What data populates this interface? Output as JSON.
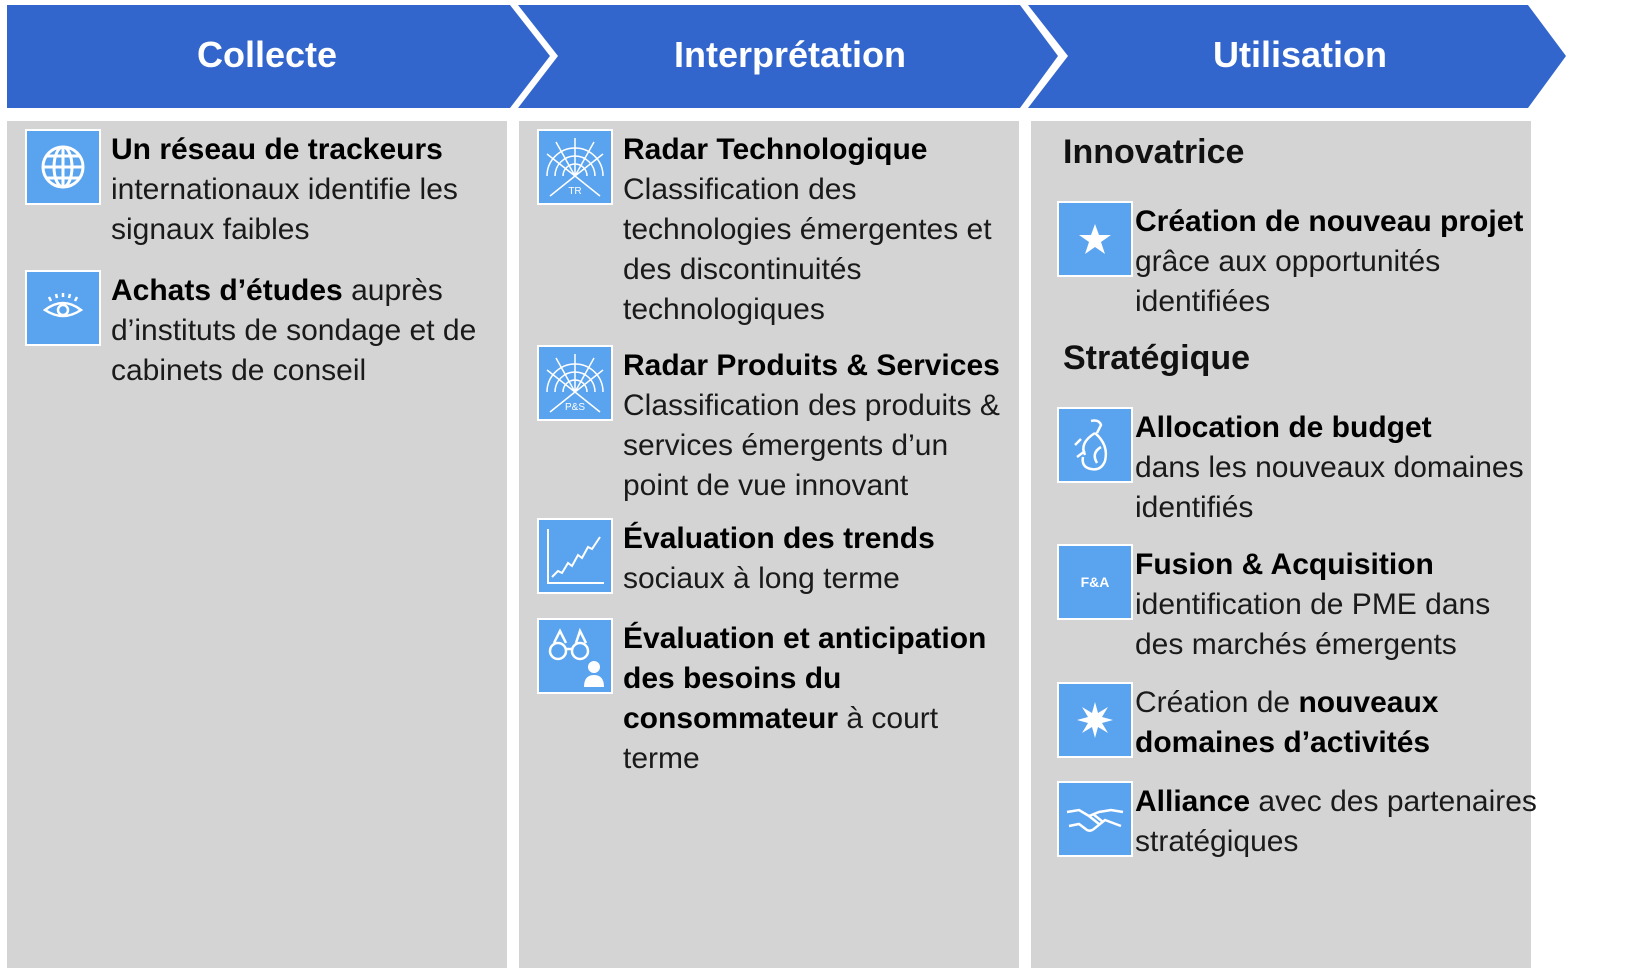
{
  "colors": {
    "chevron": "#3366cc",
    "column_bg": "#d4d4d4",
    "icon_bg": "#5aa3ee"
  },
  "stages": [
    {
      "title": "Collecte",
      "items": [
        {
          "icon": "globe-icon",
          "bold": "Un réseau de trackeurs",
          "rest": "internationaux identifie les signaux faibles"
        },
        {
          "icon": "eye-icon",
          "bold": "Achats d’études",
          "rest": "auprès d’instituts de sondage et de cabinets  de conseil"
        }
      ]
    },
    {
      "title": "Interprétation",
      "items": [
        {
          "icon": "radar-tr-icon",
          "icon_label": "TR",
          "bold": "Radar Technologique",
          "rest": "Classification des technologies émergentes et des discontinuités technologiques"
        },
        {
          "icon": "radar-ps-icon",
          "icon_label": "P&S",
          "bold": "Radar Produits  & Services",
          "rest": "Classification des produits & services émergents d’un point de vue innovant"
        },
        {
          "icon": "trend-chart-icon",
          "bold": "Évaluation des trends",
          "rest": "sociaux à long terme"
        },
        {
          "icon": "binoculars-icon",
          "bold": "Évaluation et anticipation des besoins du consommateur",
          "rest": "à court terme"
        }
      ]
    },
    {
      "title": "Utilisation",
      "sections": [
        {
          "title": "Innovatrice",
          "items": [
            {
              "icon": "star-icon",
              "bold": "Création de nouveau projet",
              "rest": "grâce aux opportunités identifiées"
            }
          ]
        },
        {
          "title": "Stratégique",
          "items": [
            {
              "icon": "money-bag-icon",
              "bold": "Allocation de budget",
              "rest": "dans les nouveaux domaines identifiés"
            },
            {
              "icon": "merger-acquisition-icon",
              "icon_label": "F&A",
              "bold": "Fusion  & Acquisition",
              "rest": "identification de PME dans des marchés émergents"
            },
            {
              "icon": "burst-icon",
              "pre": "Création de",
              "bold": "nouveaux domaines d’activités",
              "rest": ""
            },
            {
              "icon": "handshake-icon",
              "bold": "Alliance",
              "rest": " avec des partenaires stratégiques"
            }
          ]
        }
      ]
    }
  ]
}
